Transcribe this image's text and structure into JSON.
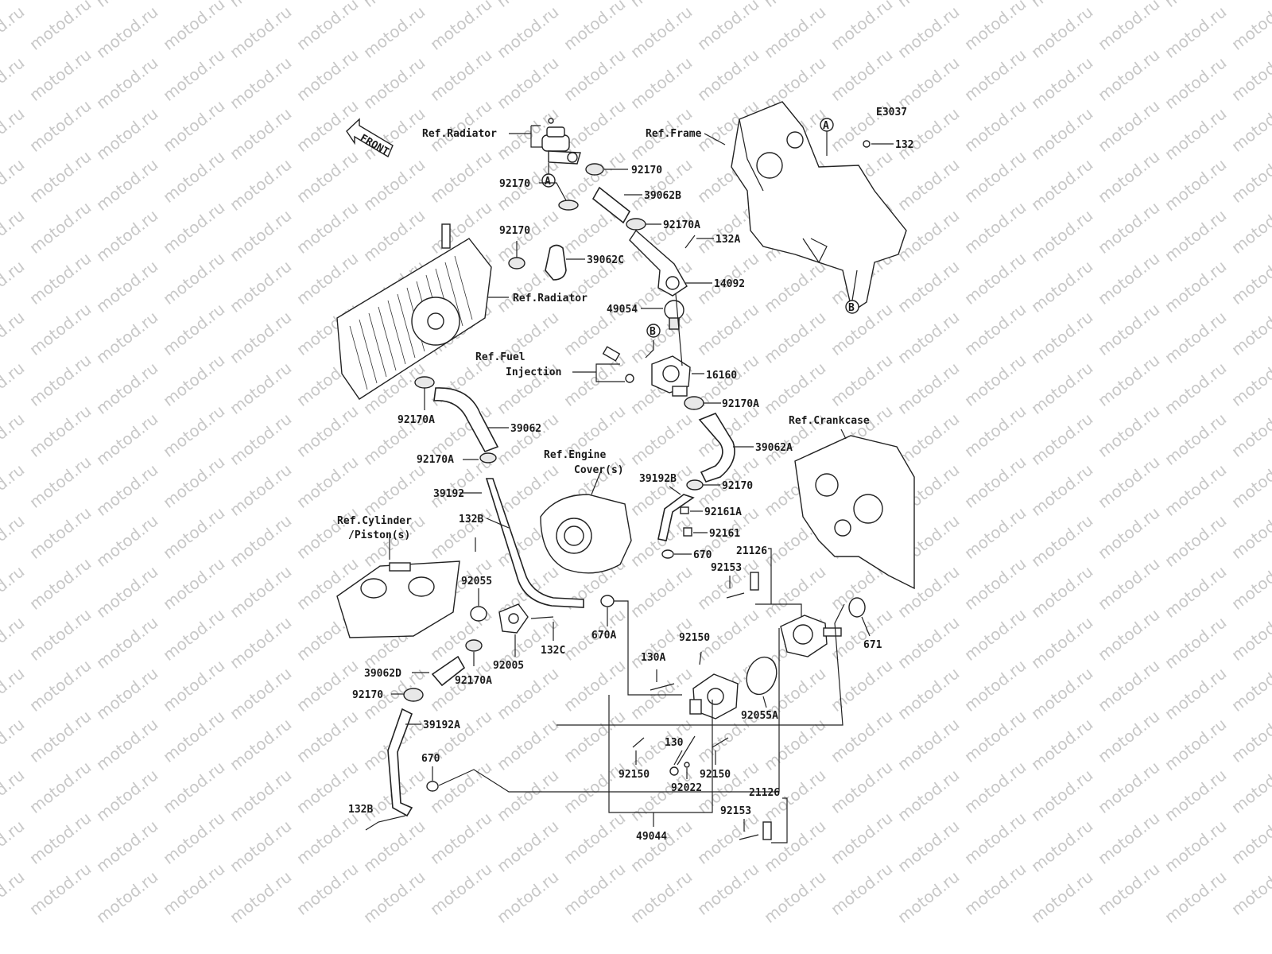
{
  "diagram_code": "E3037",
  "front_label": "FRONT",
  "watermark": "motod.ru",
  "markers": {
    "a": "A",
    "b": "B"
  },
  "labels": {
    "ref_radiator_top": "Ref.Radiator",
    "ref_radiator_side": "Ref.Radiator",
    "ref_frame": "Ref.Frame",
    "ref_fuel_1": "Ref.Fuel",
    "ref_fuel_2": "Injection",
    "ref_engine_1": "Ref.Engine",
    "ref_engine_2": "Cover(s)",
    "ref_crankcase": "Ref.Crankcase",
    "ref_cylinder_1": "Ref.Cylinder",
    "ref_cylinder_2": "/Piston(s)",
    "p92170_a": "92170",
    "p92170_b": "92170",
    "p92170_c": "92170",
    "p92170_d": "92170",
    "p92170_e": "92170",
    "p39062b": "39062B",
    "p92170a_a": "92170A",
    "p92170a_b": "92170A",
    "p92170a_c": "92170A",
    "p92170a_d": "92170A",
    "p92170a_e": "92170A",
    "p132a": "132A",
    "p132": "132",
    "p39062c": "39062C",
    "p14092": "14092",
    "p49054": "49054",
    "p16160": "16160",
    "p39062": "39062",
    "p39062a": "39062A",
    "p39192": "39192",
    "p39192b": "39192B",
    "p92161a": "92161A",
    "p92161": "92161",
    "p132b_a": "132B",
    "p132b_b": "132B",
    "p670_a": "670",
    "p670_b": "670",
    "p670a": "670A",
    "p21126_a": "21126",
    "p21126_b": "21126",
    "p92153_a": "92153",
    "p92153_b": "92153",
    "p92055": "92055",
    "p92005": "92005",
    "p132c": "132C",
    "p671": "671",
    "p92150_a": "92150",
    "p92150_b": "92150",
    "p92150_c": "92150",
    "p130a": "130A",
    "p130": "130",
    "p92022": "92022",
    "p92055a": "92055A",
    "p39062d": "39062D",
    "p39192a": "39192A",
    "p49044": "49044"
  }
}
